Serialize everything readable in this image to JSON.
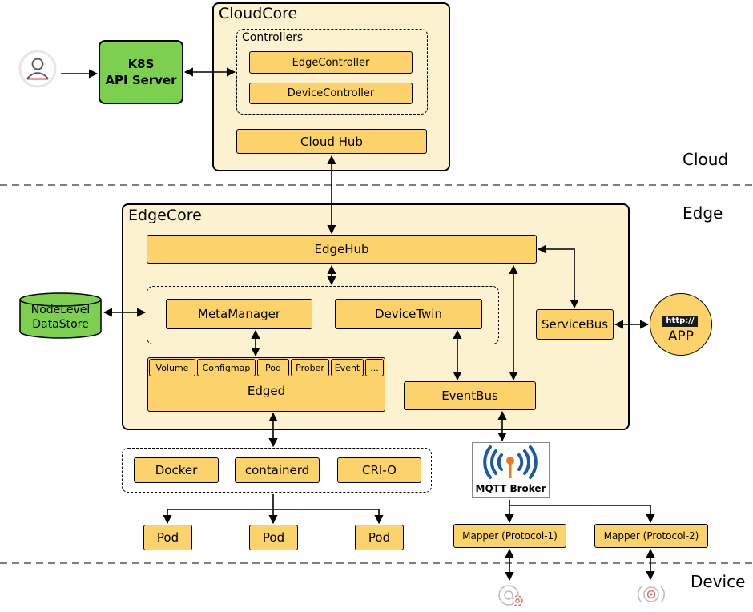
{
  "cloudcore": {
    "title": "CloudCore",
    "controllers_label": "Controllers",
    "edge_controller": "EdgeController",
    "device_controller": "DeviceController",
    "cloud_hub": "Cloud Hub"
  },
  "k8s": {
    "line1": "K8S",
    "line2": "API Server"
  },
  "zones": {
    "cloud": "Cloud",
    "edge": "Edge",
    "device": "Device"
  },
  "edgecore": {
    "title": "EdgeCore",
    "edgehub": "EdgeHub",
    "metamanager": "MetaManager",
    "devicetwin": "DeviceTwin",
    "servicebus": "ServiceBus",
    "eventbus": "EventBus",
    "edged": "Edged",
    "edged_modules": [
      "Volume",
      "Configmap",
      "Pod",
      "Prober",
      "Event",
      "..."
    ]
  },
  "datastore": {
    "line1": "NodeLevel",
    "line2": "DataStore"
  },
  "app": {
    "badge": "http://",
    "label": "APP"
  },
  "runtimes": [
    "Docker",
    "containerd",
    "CRI-O"
  ],
  "pods": [
    "Pod",
    "Pod",
    "Pod"
  ],
  "mqtt": {
    "label": "MQTT Broker"
  },
  "mappers": [
    "Mapper (Protocol-1)",
    "Mapper (Protocol-2)"
  ],
  "colors": {
    "component": "#fcd36a",
    "container": "#fdf2cf",
    "k8s": "#7ccf4f",
    "accent": "#1f58a6",
    "mqtt_orange": "#ee7a1f"
  }
}
